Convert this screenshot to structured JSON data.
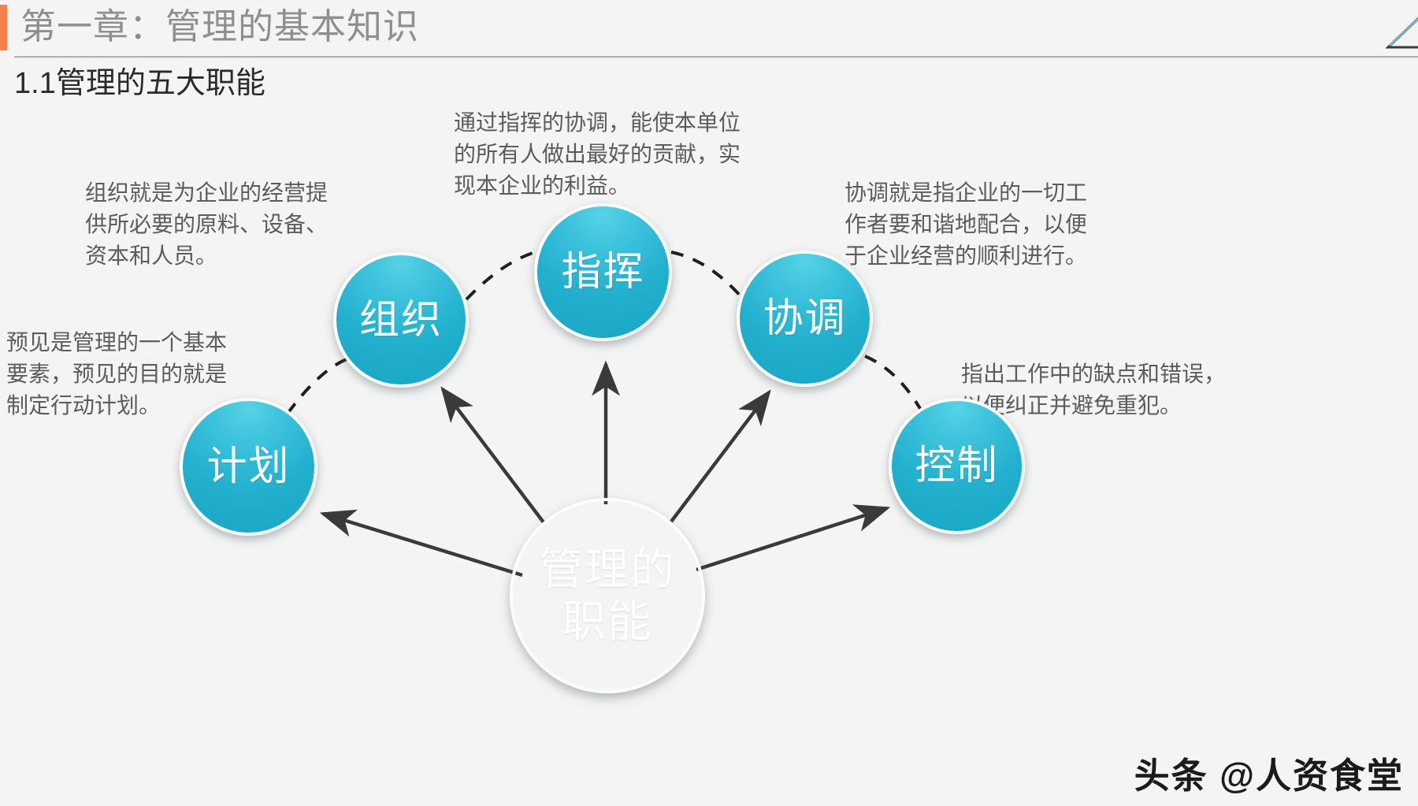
{
  "header": {
    "title": "第一章：管理的基本知识",
    "accent_color": "#f4804a",
    "corner_icon": "triangle-corner-icon"
  },
  "subtitle": "1.1管理的五大职能",
  "diagram": {
    "center": {
      "label": "管理的\n职能",
      "color": "#f57e4b"
    },
    "nodes": [
      {
        "id": "plan",
        "label": "计划",
        "color": "#22b0cf"
      },
      {
        "id": "org",
        "label": "组织",
        "color": "#22b0cf"
      },
      {
        "id": "command",
        "label": "指挥",
        "color": "#22b0cf"
      },
      {
        "id": "coord",
        "label": "协调",
        "color": "#22b0cf"
      },
      {
        "id": "control",
        "label": "控制",
        "color": "#22b0cf"
      }
    ],
    "descriptions": {
      "plan": "预见是管理的一个基本\n要素，预见的目的就是\n制定行动计划。",
      "org": "组织就是为企业的经营提\n供所必要的原料、设备、\n资本和人员。",
      "command": "通过指挥的协调，能使本单位\n的所有人做出最好的贡献，实\n现本企业的利益。",
      "coord": "协调就是指企业的一切工\n作者要和谐地配合，以便\n于企业经营的顺利进行。",
      "control": "指出工作中的缺点和错误，\n以便纠正并避免重犯。"
    }
  },
  "watermark": "头条 @人资食堂"
}
